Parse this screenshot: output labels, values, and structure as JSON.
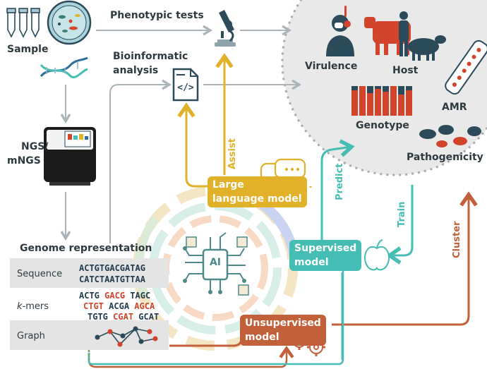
{
  "labels": {
    "sample": "Sample",
    "phenotypic_tests": "Phenotypic tests",
    "bioinformatic_line1": "Bioinformatic",
    "bioinformatic_line2": "analysis",
    "ngs_line1": "NGS/",
    "ngs_line2": "mNGS",
    "genome_representation": "Genome representation",
    "virulence": "Virulence",
    "host": "Host",
    "amr": "AMR",
    "genotype": "Genotype",
    "pathogenicity": "Pathogenicity",
    "assist": "Assist",
    "predict": "Predict",
    "train": "Train",
    "cluster": "Cluster",
    "ai": "AI"
  },
  "boxes": {
    "llm_line1": "Large",
    "llm_line2": "language model",
    "supervised_line1": "Supervised",
    "supervised_line2": "model",
    "unsupervised_line1": "Unsupervised",
    "unsupervised_line2": "model"
  },
  "table": {
    "sequence_label": "Sequence",
    "sequence_line1": "ACTGTGACGATAG",
    "sequence_line2": "CATCTAATGTTAA",
    "kmers_prefix": "k",
    "kmers_suffix": "-mers",
    "kmers": [
      [
        "ACTG",
        "GACG",
        "TAGC"
      ],
      [
        "CTGT",
        "ACGA",
        "AGCA"
      ],
      [
        "TGTG",
        "CGAT",
        "GCAT"
      ]
    ],
    "graph_label": "Graph"
  },
  "colors": {
    "llm": "#e2b12a",
    "supervised": "#45bdb4",
    "unsupervised": "#c2603a",
    "arrow_gray": "#aab4b8",
    "dark_teal": "#2b4a5a",
    "red": "#d2442b",
    "circle_bg": "#e9e9e9"
  }
}
